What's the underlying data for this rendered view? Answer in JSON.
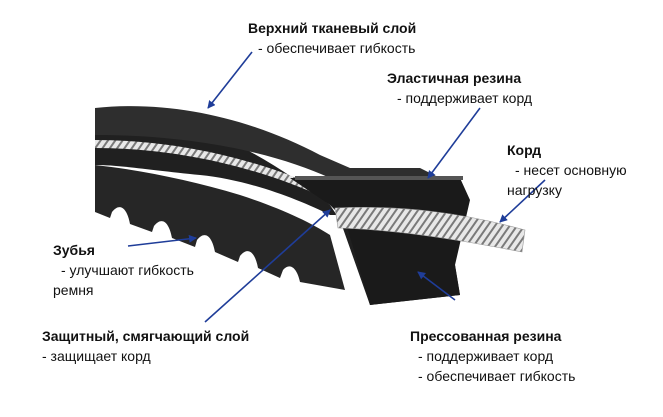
{
  "labels": {
    "top_fabric": {
      "title": "Верхний тканевый слой",
      "desc": "- обеспечивает гибкость"
    },
    "elastic": {
      "title": "Эластичная резина",
      "desc": "- поддерживает корд"
    },
    "cord": {
      "title": "Корд",
      "desc1": "- несет основную",
      "desc2": "нагрузку"
    },
    "teeth": {
      "title": "Зубья",
      "desc1": "- улучшают гибкость",
      "desc2": "ремня"
    },
    "protective": {
      "title": "Защитный, смягчающий слой",
      "desc": "- защищает корд"
    },
    "pressed": {
      "title": "Прессованная резина",
      "desc1": "- поддерживает корд",
      "desc2": "- обеспечивает гибкость"
    }
  },
  "colors": {
    "belt_dark": "#1c1c1c",
    "belt_mid": "#333333",
    "arrow": "#1f3d99",
    "cord": "#d9d9d9"
  }
}
